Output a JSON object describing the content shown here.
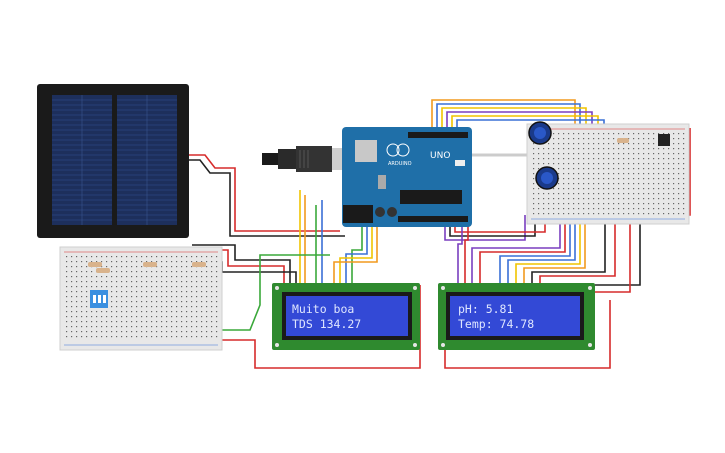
{
  "lcd1": {
    "line1": "Muito boa",
    "line2": "TDS 134.27"
  },
  "lcd2": {
    "line1": "pH: 5.81",
    "line2": "Temp: 74.78"
  },
  "arduino": {
    "board_label": "UNO",
    "brand": "ARDUINO"
  },
  "colors": {
    "lcd_bg": "#3349d6",
    "lcd_frame": "#2f8a2f",
    "arduino_board": "#1f6fa8",
    "breadboard": "#e8e8e8",
    "solar_panel": "#1d2f5c",
    "wire_red": "#d62b2b",
    "wire_black": "#222222",
    "wire_yellow": "#f0c400",
    "wire_orange": "#f29a1f",
    "wire_green": "#3aa83a",
    "wire_blue": "#3a70d6",
    "wire_purple": "#7a3fbf"
  }
}
